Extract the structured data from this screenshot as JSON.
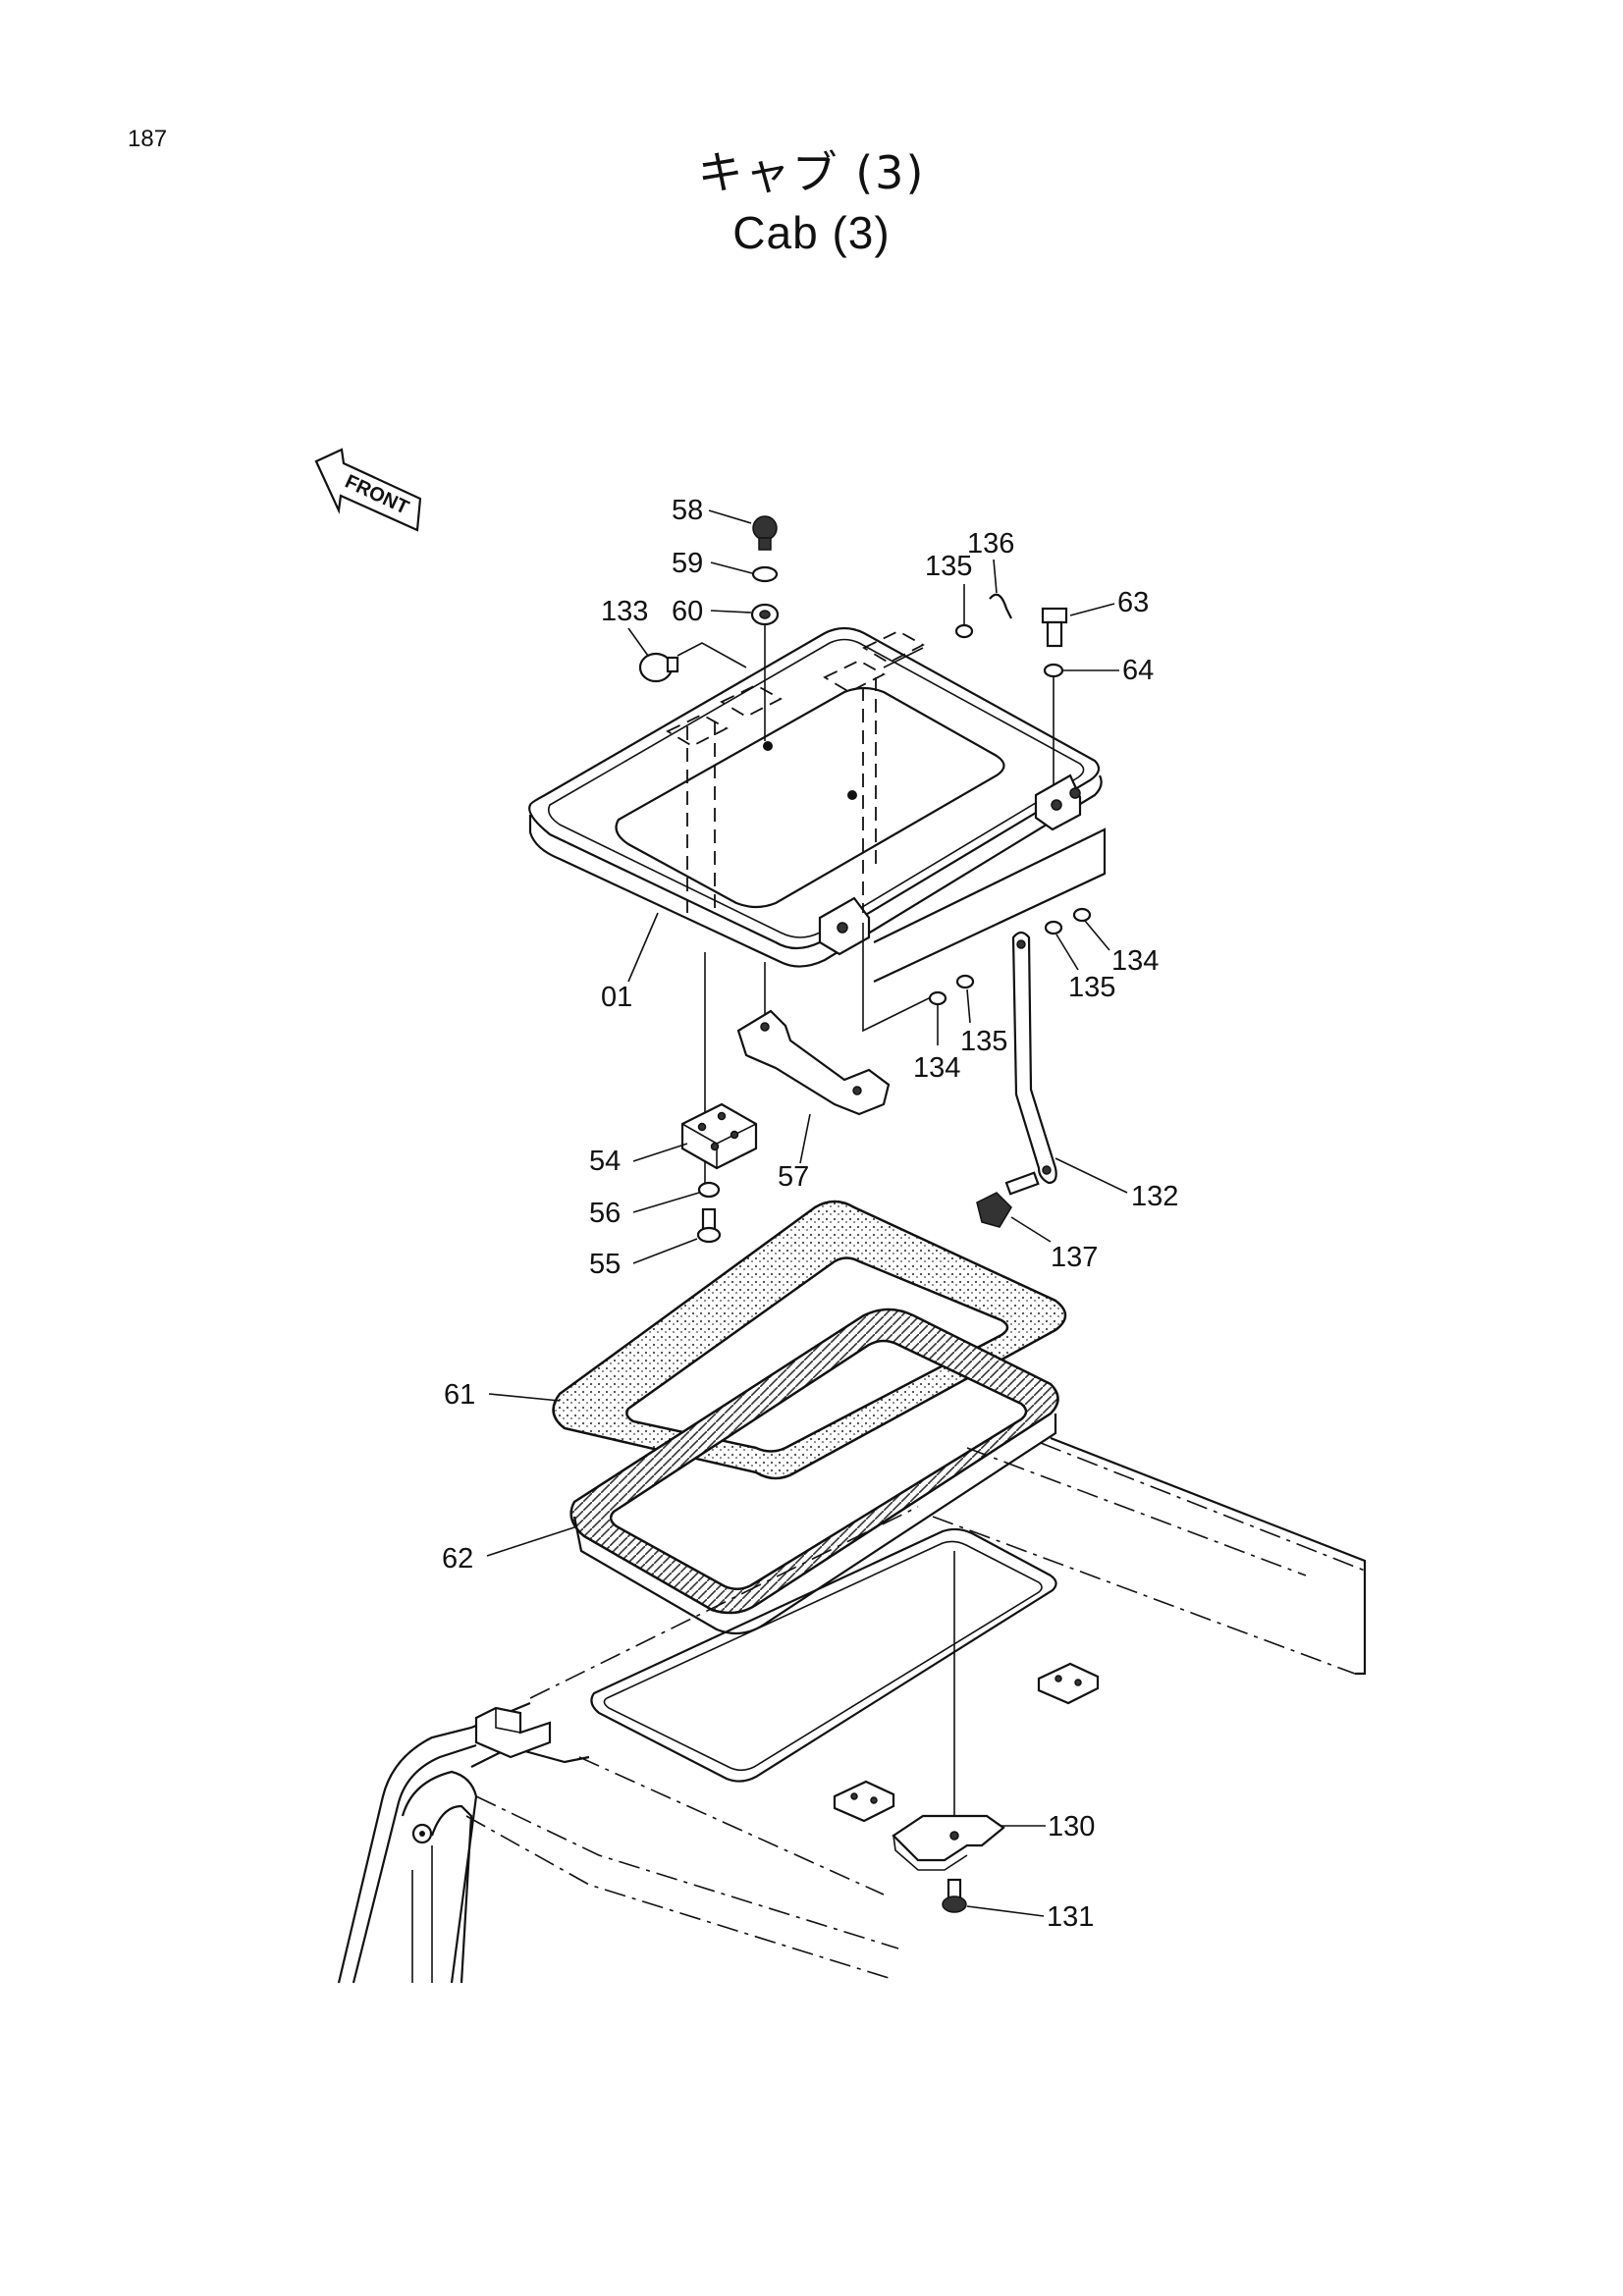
{
  "page": {
    "number": "187"
  },
  "title": {
    "japanese": "キャブ (3)",
    "english": "Cab (3)"
  },
  "front_indicator": {
    "label": "FRONT",
    "icon": "front-arrow-icon"
  },
  "callouts": [
    {
      "id": "58",
      "label": "58"
    },
    {
      "id": "59",
      "label": "59"
    },
    {
      "id": "60",
      "label": "60"
    },
    {
      "id": "133",
      "label": "133"
    },
    {
      "id": "135a",
      "label": "135"
    },
    {
      "id": "136",
      "label": "136"
    },
    {
      "id": "63",
      "label": "63"
    },
    {
      "id": "64",
      "label": "64"
    },
    {
      "id": "01",
      "label": "01"
    },
    {
      "id": "134a",
      "label": "134"
    },
    {
      "id": "135b",
      "label": "135"
    },
    {
      "id": "135c",
      "label": "135"
    },
    {
      "id": "134b",
      "label": "134"
    },
    {
      "id": "54",
      "label": "54"
    },
    {
      "id": "57",
      "label": "57"
    },
    {
      "id": "132",
      "label": "132"
    },
    {
      "id": "56",
      "label": "56"
    },
    {
      "id": "55",
      "label": "55"
    },
    {
      "id": "137",
      "label": "137"
    },
    {
      "id": "61",
      "label": "61"
    },
    {
      "id": "62",
      "label": "62"
    },
    {
      "id": "130",
      "label": "130"
    },
    {
      "id": "131",
      "label": "131"
    }
  ]
}
